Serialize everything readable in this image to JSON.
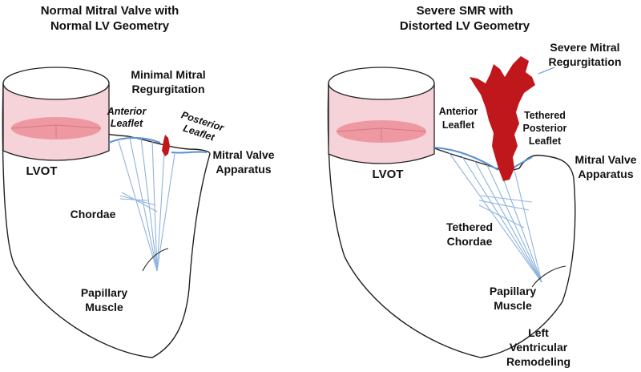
{
  "left_panel": {
    "title_line1": "Normal Mitral Valve with",
    "title_line2": "Normal LV Geometry",
    "lvot": "LVOT",
    "anterior_line1": "Anterior",
    "anterior_line2": "Leaflet",
    "posterior_line1": "Posterior",
    "posterior_line2": "Leaflet",
    "regurg_line1": "Minimal Mitral",
    "regurg_line2": "Regurgitation",
    "apparatus_line1": "Mitral Valve",
    "apparatus_line2": "Apparatus",
    "chordae": "Chordae",
    "papillary_line1": "Papillary",
    "papillary_line2": "Muscle"
  },
  "right_panel": {
    "title_line1": "Severe SMR with",
    "title_line2": "Distorted LV Geometry",
    "lvot": "LVOT",
    "anterior_line1": "Anterior",
    "anterior_line2": "Leaflet",
    "posterior_line1": "Tethered",
    "posterior_line2": "Posterior",
    "posterior_line3": "Leaflet",
    "regurg_line1": "Severe Mitral",
    "regurg_line2": "Regurgitation",
    "apparatus_line1": "Mitral Valve",
    "apparatus_line2": "Apparatus",
    "chordae_line1": "Tethered",
    "chordae_line2": "Chordae",
    "papillary_line1": "Papillary",
    "papillary_line2": "Muscle",
    "remodel_line1": "Left",
    "remodel_line2": "Ventricular",
    "remodel_line3": "Remodeling"
  },
  "colors": {
    "regurgitation": "#c0171c",
    "lvot_fill": "#f6d3d8",
    "lvot_inner": "#ec8e98",
    "chordae": "#8fb4dc"
  }
}
